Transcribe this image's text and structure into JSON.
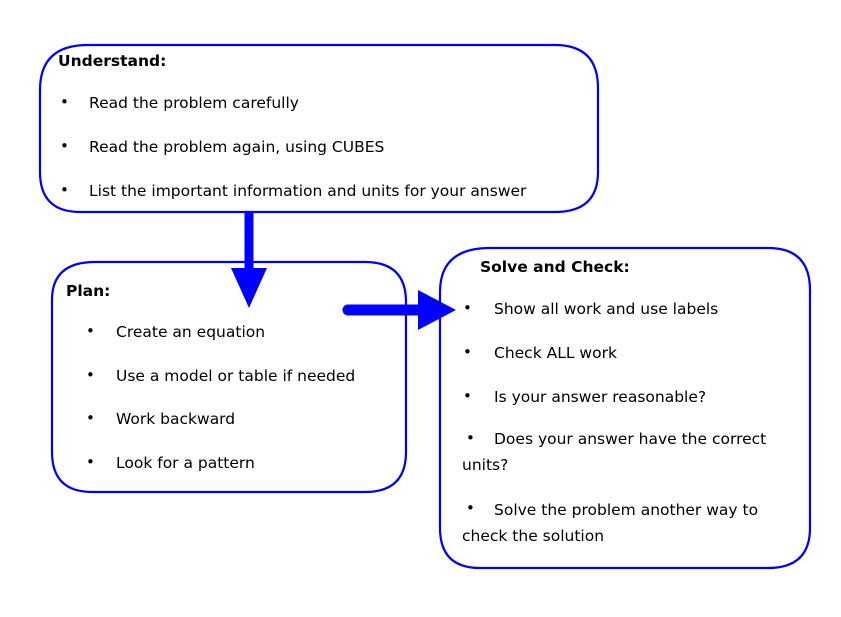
{
  "colors": {
    "outline": "#0000ff",
    "arrow": "#0000ff",
    "text": "#000000"
  },
  "understand": {
    "title": "Understand:",
    "items": [
      "Read the problem carefully",
      "Read the problem again, using CUBES",
      "List the important information and units for your answer"
    ]
  },
  "plan": {
    "title": "Plan:",
    "items": [
      "Create an equation",
      "Use a model or table if needed",
      "Work backward",
      "Look for a pattern"
    ]
  },
  "solve": {
    "title": "Solve and Check:",
    "items": [
      "Show all work and use labels",
      "Check ALL work",
      "Is your answer reasonable?",
      "Does your answer have the correct units?",
      "Solve the problem another way to check the solution"
    ]
  }
}
